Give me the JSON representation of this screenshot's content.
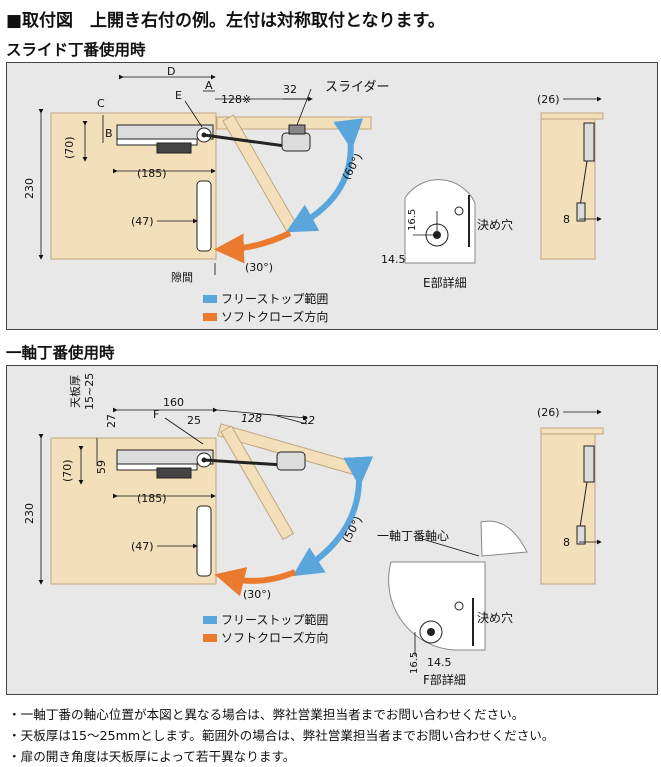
{
  "title": "■取付図　上開き右付の例。左付は対称取付となります。",
  "sections": [
    {
      "heading": "スライド丁番使用時",
      "labels": {
        "d": "D",
        "e": "E",
        "a": "A",
        "dim128": "128※",
        "dim32": "32",
        "slider": "スライダー",
        "c": "C",
        "b": "B",
        "d70": "(70)",
        "d185": "(185)",
        "d230": "230",
        "d47": "(47)",
        "gap": "隙間",
        "angle_free": "(60°)",
        "angle_soft": "(30°)",
        "d26": "(26)",
        "d8": "8",
        "detail_d165": "16.5",
        "detail_d145": "14.5",
        "detail_hole": "決め穴",
        "detail_title": "E部詳細"
      },
      "legend": [
        {
          "label": "フリーストップ範囲",
          "color": "#5aa6dc"
        },
        {
          "label": "ソフトクローズ方向",
          "color": "#ea7a2e"
        }
      ]
    },
    {
      "heading": "一軸丁番使用時",
      "labels": {
        "thick": "天板厚",
        "thick_range": "15~25",
        "d160": "160",
        "f": "F",
        "d25": "25",
        "d128": "128",
        "d32": "32",
        "d27": "27",
        "d59": "59",
        "d70": "(70)",
        "d185": "(185)",
        "d230": "230",
        "d47": "(47)",
        "angle_free": "(50°)",
        "angle_soft": "(30°)",
        "d26": "(26)",
        "d8": "8",
        "axis": "一軸丁番軸心",
        "detail_hole": "決め穴",
        "detail_d165": "16.5",
        "detail_d145": "14.5",
        "detail_title": "F部詳細"
      },
      "legend": [
        {
          "label": "フリーストップ範囲",
          "color": "#5aa6dc"
        },
        {
          "label": "ソフトクローズ方向",
          "color": "#ea7a2e"
        }
      ]
    }
  ],
  "notes": [
    "・一軸丁番の軸心位置が本図と異なる場合は、弊社営業担当者までお問い合わせください。",
    "・天板厚は15～25mmとします。範囲外の場合は、弊社営業担当者までお問い合わせください。",
    "・扉の開き角度は天板厚によって若干異なります。"
  ],
  "colors": {
    "wood": "#f3dfba",
    "wood_edge": "#bfa57e",
    "free_stop": "#5aa6dc",
    "soft_close": "#ea7a2e",
    "panel_bg": "#e8e8e8",
    "metal": "#dcdcdc"
  }
}
